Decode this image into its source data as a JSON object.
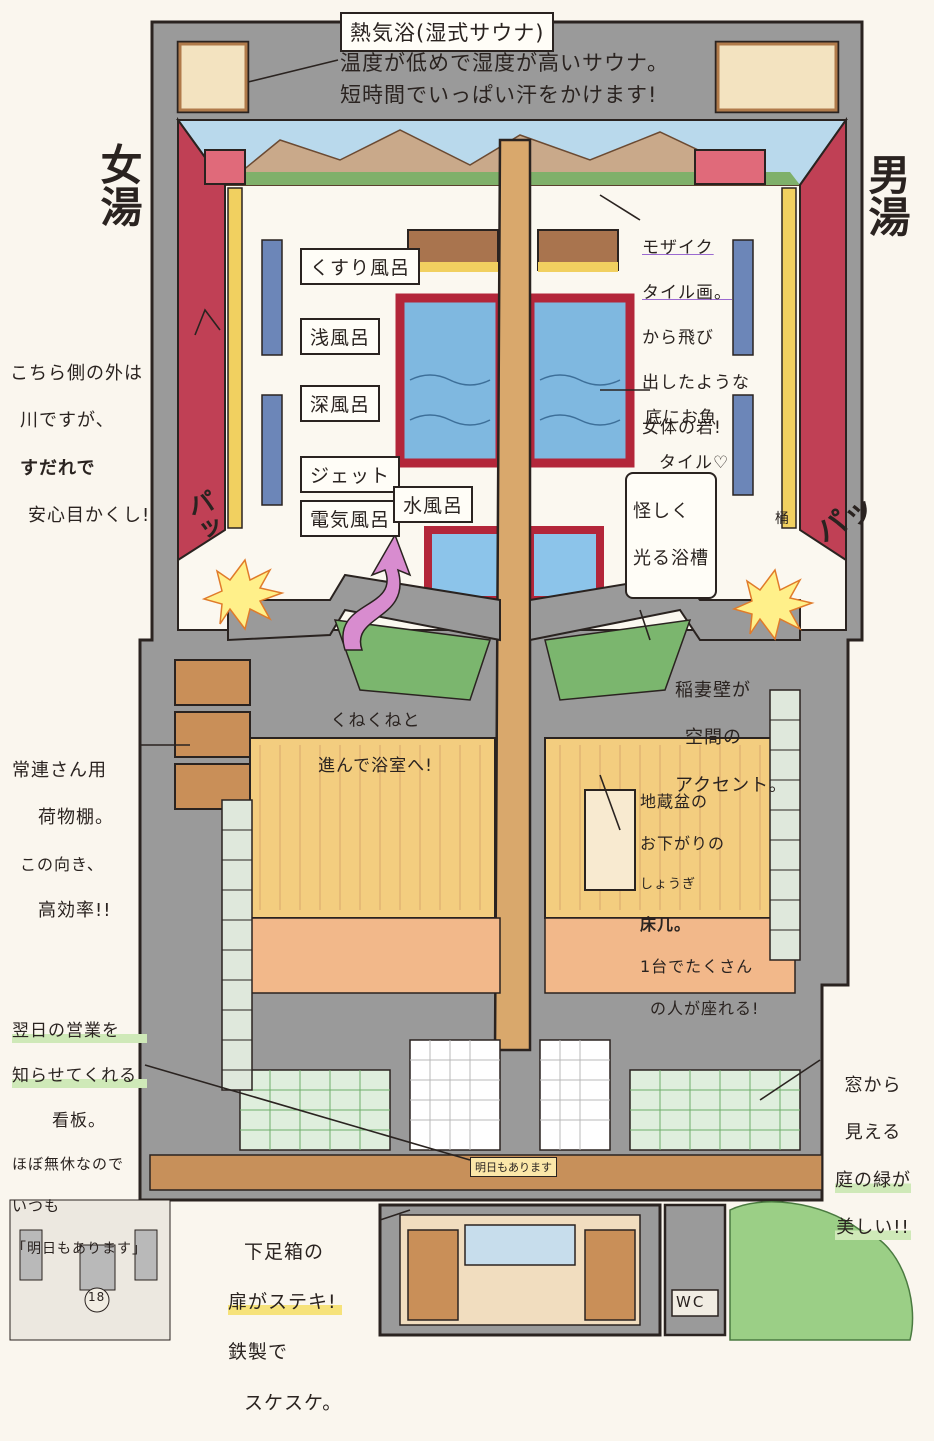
{
  "sauna": {
    "title": "熱気浴(湿式サウナ)",
    "line1": "温度が低めで湿度が高いサウナ。",
    "line2": "短時間でいっぱい汗をかけます!"
  },
  "sections": {
    "women": "女湯",
    "men": "男湯",
    "wc": "WC"
  },
  "baths": {
    "medicine": "くすり風呂",
    "shallow": "浅風呂",
    "deep": "深風呂",
    "jet": "ジェット",
    "electric": "電気風呂",
    "cold": "水風呂"
  },
  "annotations": {
    "mosaic": [
      "モザイク",
      "タイル画。",
      "から飛び",
      "出したような",
      "女体の岩!"
    ],
    "fish": [
      "底にお魚",
      "タイル♡"
    ],
    "glow": [
      "怪しく",
      "光る浴槽"
    ],
    "river": [
      "こちら側の外は",
      "川ですが、",
      "すだれで",
      "安心目かくし!"
    ],
    "river_highlight": "川",
    "corridor": [
      "くねくねと",
      "進んで浴室へ!"
    ],
    "inazuma": [
      "稲妻壁が",
      "空間の",
      "アクセント。"
    ],
    "shelf": [
      "常連さん用",
      "荷物棚。",
      "この向き、",
      "高効率!!"
    ],
    "jizo": [
      "地蔵盆の",
      "お下がりの",
      "しょうぎ",
      "床几。",
      "1台でたくさん",
      "の人が座れる!"
    ],
    "signboard": [
      "翌日の営業を",
      "知らせてくれる",
      "看板。",
      "ほぼ無休なので",
      "いつも",
      "「明日もあります」"
    ],
    "garden": [
      "窓から",
      "見える",
      "庭の緑が",
      "美しい!!"
    ],
    "shoebox": [
      "下足箱の",
      "扉がステキ!",
      "鉄製で",
      "スケスケ。"
    ]
  },
  "sfx": {
    "left": "パッ",
    "right": "パッ"
  },
  "misc": {
    "bucket": "桶",
    "counter_sign": "明日もあります",
    "locker_number": "18"
  },
  "colors": {
    "wall_gray": "#8f8f8f",
    "water_blue": "#7fb8e0",
    "tub_red": "#b3263a",
    "wood": "#d9a86c",
    "floor_orange": "#f2b88a",
    "tatami_green": "#6fae6a"
  }
}
